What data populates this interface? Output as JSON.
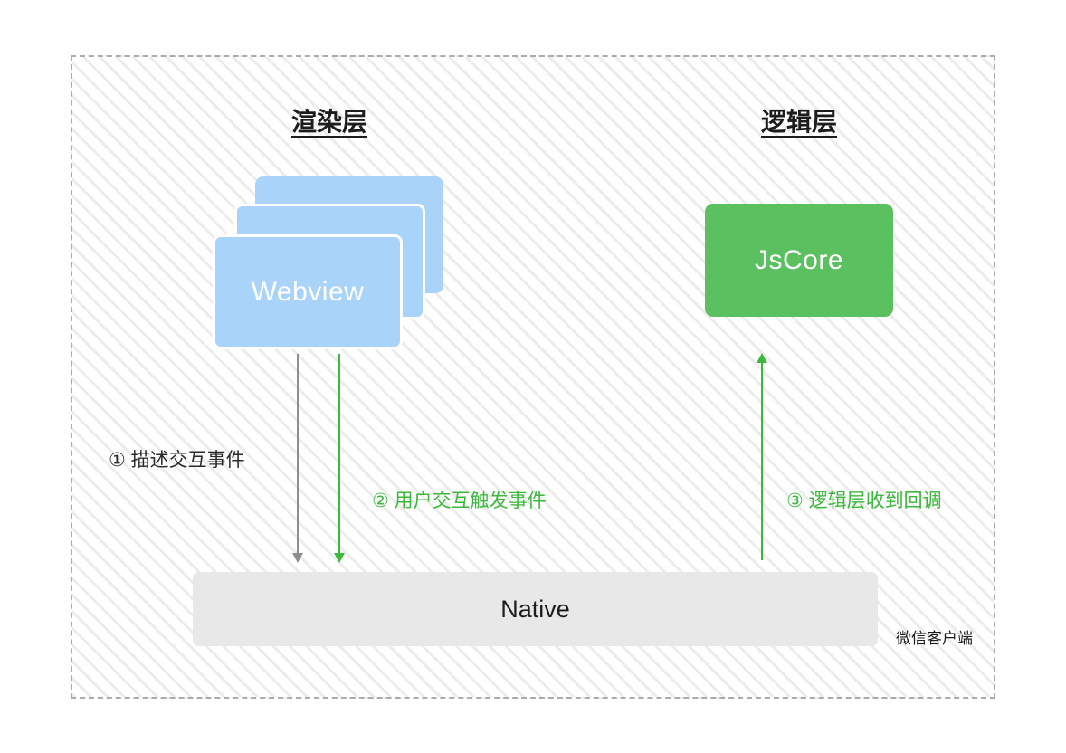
{
  "colors": {
    "blue_card": "#a9d3f8",
    "green_box": "#5bc05f",
    "green_accent": "#3cb83c",
    "gray_arrow": "#8e8e8e",
    "native_bar": "#e8e8e8",
    "text_dark": "#1c1c1c",
    "hatch_line": "#ececec",
    "frame_border": "#ababab"
  },
  "diagram": {
    "render_layer": {
      "title": "渲染层",
      "card_label": "Webview"
    },
    "logic_layer": {
      "title": "逻辑层",
      "box_label": "JsCore"
    },
    "native": {
      "label": "Native"
    },
    "client_label": "微信客户端",
    "steps": [
      {
        "label": "① 描述交互事件"
      },
      {
        "label": "② 用户交互触发事件"
      },
      {
        "label": "③ 逻辑层收到回调"
      }
    ]
  }
}
